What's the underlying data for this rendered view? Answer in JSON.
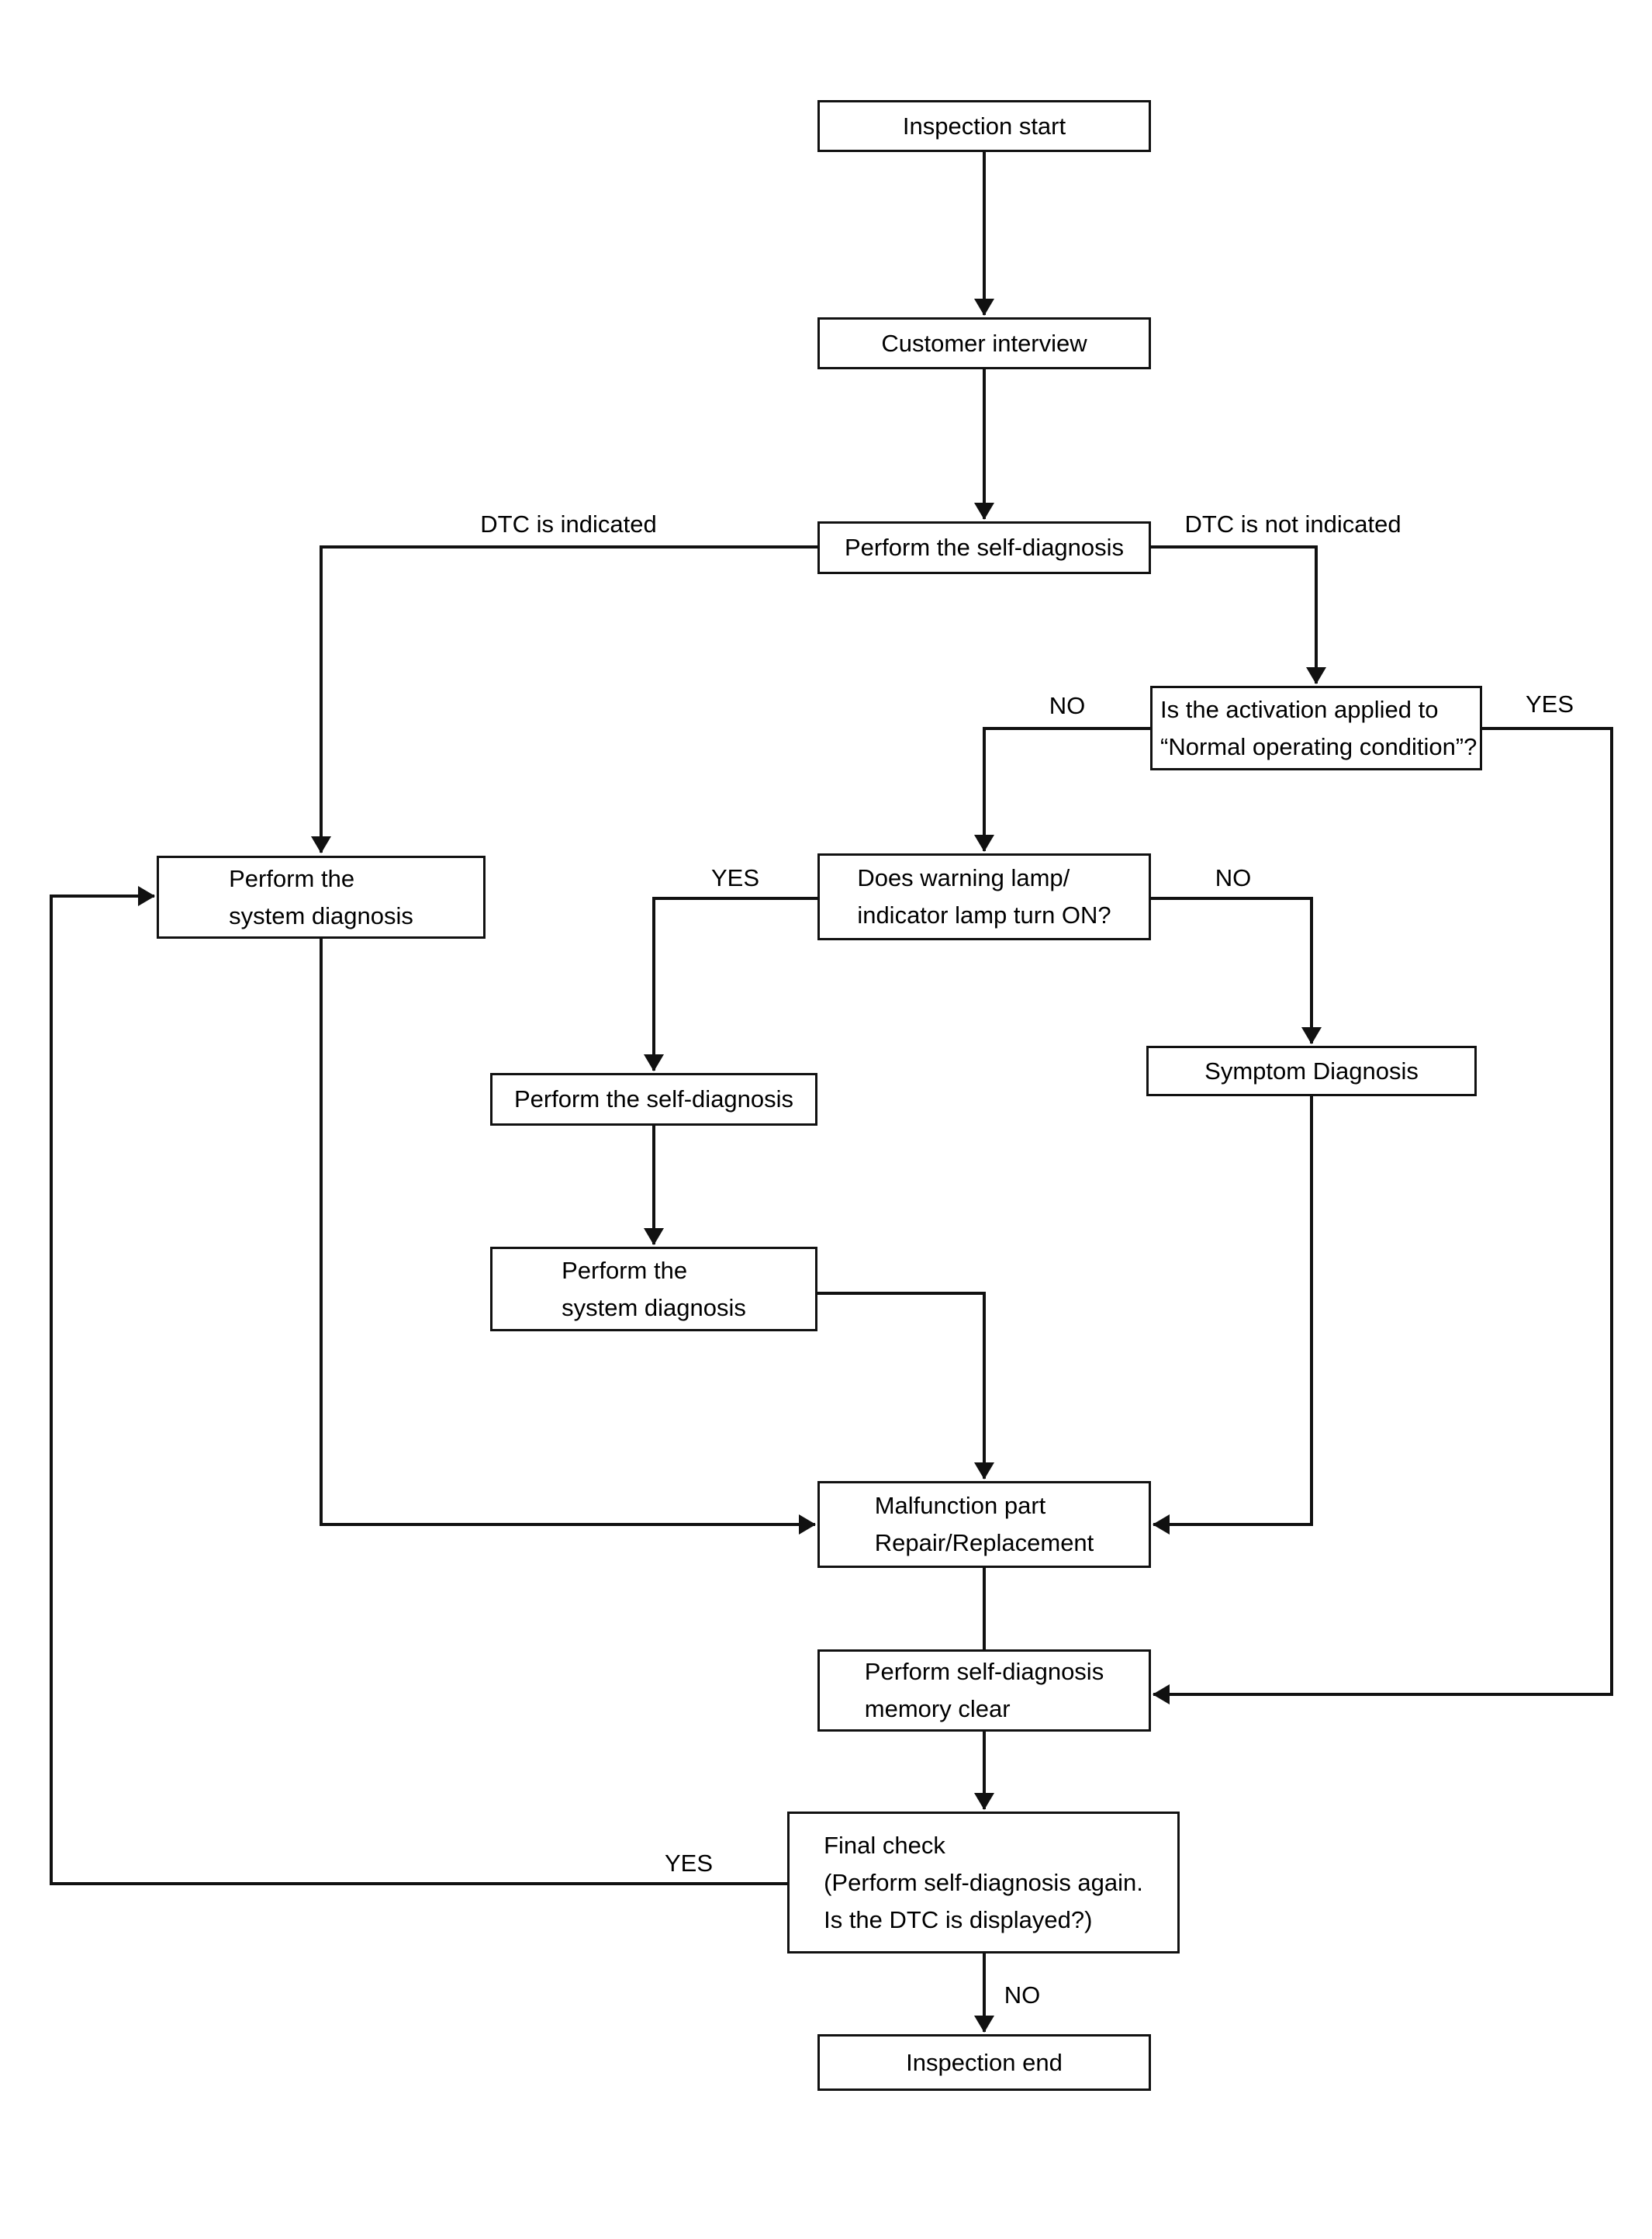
{
  "diagram_type": "flowchart",
  "colors": {
    "background": "#ffffff",
    "line": "#111111",
    "text": "#000000"
  },
  "nodes": {
    "inspection_start": {
      "label": "Inspection start"
    },
    "customer_interview": {
      "label": "Customer interview"
    },
    "perform_self_diagnosis_top": {
      "label": "Perform the self-diagnosis"
    },
    "activation_question": {
      "line1": "Is the activation applied to",
      "line2": "“Normal operating condition”?"
    },
    "perform_system_diagnosis_left": {
      "line1": "Perform the",
      "line2": "system diagnosis"
    },
    "warning_lamp_question": {
      "line1": "Does warning lamp/",
      "line2": "indicator lamp turn ON?"
    },
    "symptom_diagnosis": {
      "label": "Symptom Diagnosis"
    },
    "perform_self_diagnosis_mid": {
      "label": "Perform the self-diagnosis"
    },
    "perform_system_diagnosis_mid": {
      "line1": "Perform the",
      "line2": "system diagnosis"
    },
    "malfunction_repair": {
      "line1": "Malfunction part",
      "line2": "Repair/Replacement"
    },
    "memory_clear": {
      "line1": "Perform self-diagnosis",
      "line2": "memory clear"
    },
    "final_check": {
      "line1": "Final check",
      "line2": "(Perform self-diagnosis again.",
      "line3": "Is the DTC is displayed?)"
    },
    "inspection_end": {
      "label": "Inspection end"
    }
  },
  "edge_labels": {
    "dtc_indicated": "DTC is indicated",
    "dtc_not_indicated": "DTC is not indicated",
    "activation_no": "NO",
    "activation_yes": "YES",
    "warning_yes": "YES",
    "warning_no": "NO",
    "final_yes": "YES",
    "final_no": "NO"
  }
}
